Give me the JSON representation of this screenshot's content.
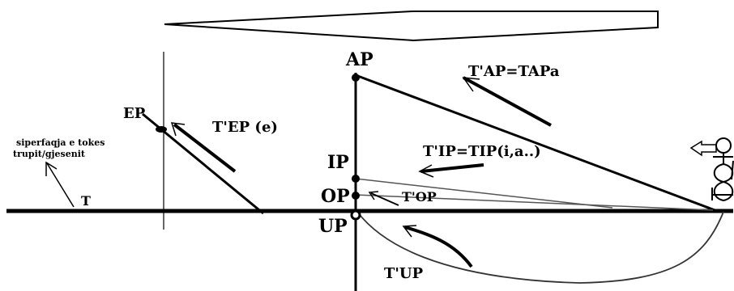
{
  "labels": {
    "ap": "AP",
    "ip": "IP",
    "op": "OP",
    "up": "UP",
    "ep": "EP",
    "t": "T",
    "t_ap": "T'AP=TAPa",
    "t_ip": "T'IP=TIP(i,a..)",
    "t_op": "T'OP",
    "t_up": "T'UP",
    "t_ep": "T'EP (e)",
    "surface_line1": "siperfaqja e tokes",
    "surface_line2": "trupit/gjesenit"
  },
  "colors": {
    "ink": "#000000",
    "thin_line": "#555555",
    "background": "#ffffff"
  }
}
